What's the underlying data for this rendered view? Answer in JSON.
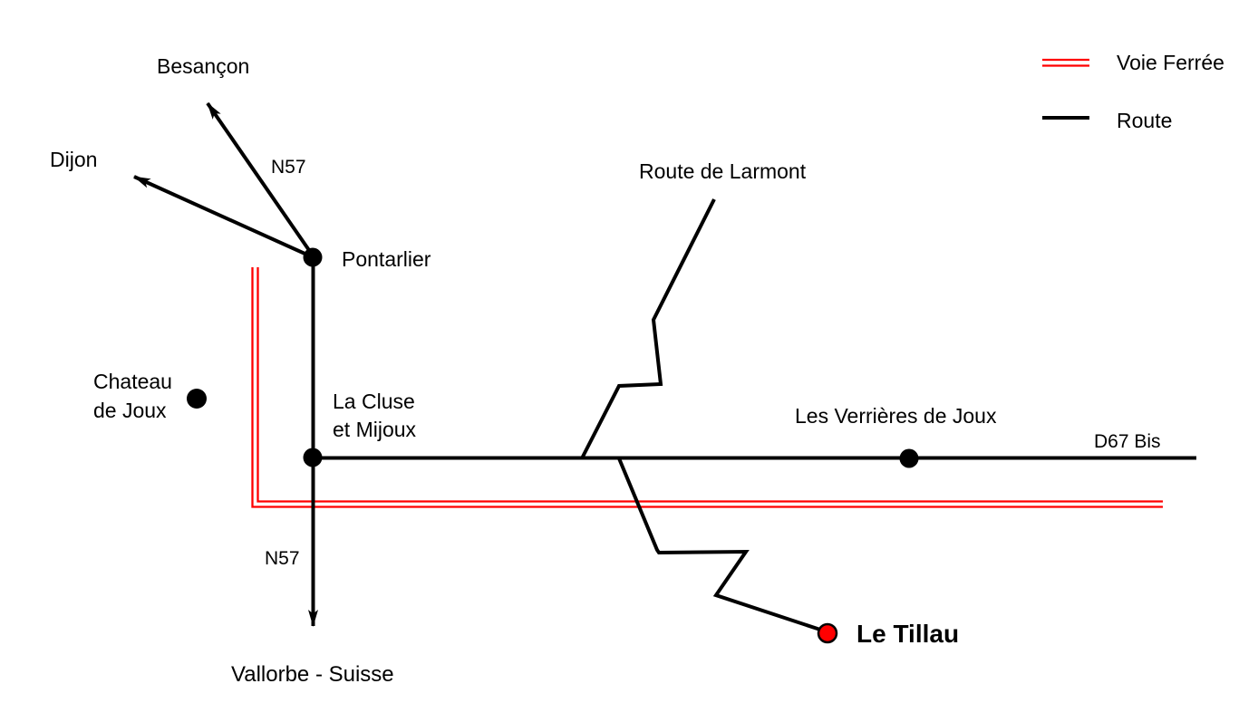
{
  "legend": {
    "railway_label": "Voie Ferrée",
    "road_label": "Route"
  },
  "destinations": {
    "besancon": "Besançon",
    "dijon": "Dijon",
    "vallorbe": "Vallorbe - Suisse"
  },
  "roads": {
    "n57_north": "N57",
    "n57_south": "N57",
    "d67_bis": "D67 Bis",
    "route_de_larmont": "Route de Larmont"
  },
  "places": {
    "pontarlier": {
      "label": "Pontarlier"
    },
    "chateau_de_joux": {
      "line1": "Chateau",
      "line2": "de Joux"
    },
    "la_cluse": {
      "line1": "La Cluse",
      "line2": "et Mijoux"
    },
    "les_verrieres": {
      "label": "Les Verrières de Joux"
    },
    "le_tillau": {
      "label": "Le Tillau"
    }
  },
  "colors": {
    "railway": "#FF0000",
    "road": "#000000",
    "destination": "#FF0000"
  }
}
